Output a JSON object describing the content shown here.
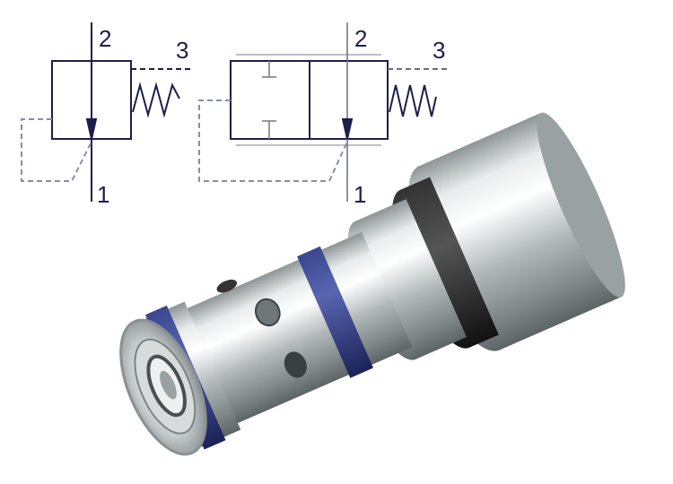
{
  "symbols": [
    {
      "port_top": "2",
      "port_side": "3",
      "port_bottom": "1"
    },
    {
      "port_top": "2",
      "port_side": "3",
      "port_bottom": "1"
    }
  ],
  "colors": {
    "line": "#1d1f4a",
    "dashed": "#8a8ca8",
    "seal_ring": "#2a3370",
    "o_ring": "#1a1a1a",
    "steel": "#b9bfc2"
  },
  "product": "cartridge-valve-render"
}
